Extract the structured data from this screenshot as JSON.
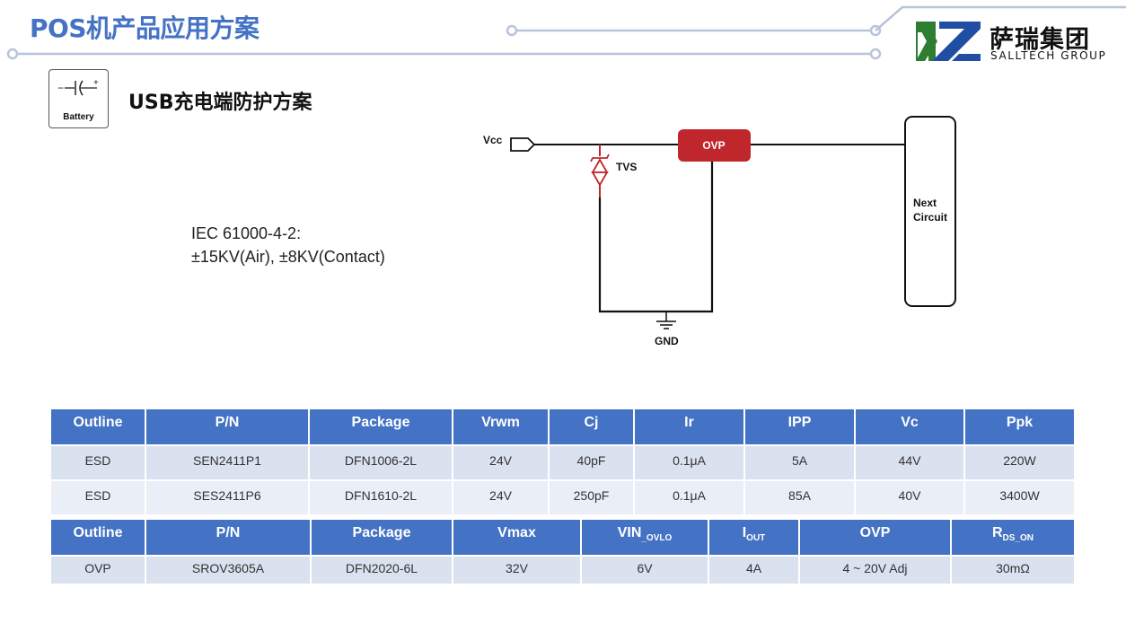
{
  "header": {
    "title": "POS机产品应用方案",
    "logo_cn": "萨瑞集团",
    "logo_en": "SALLTECH GROUP"
  },
  "section": {
    "title": "USB充电端防护方案",
    "battery_label": "Battery"
  },
  "iec": {
    "line1": "IEC 61000-4-2:",
    "line2": "±15KV(Air), ±8KV(Contact)"
  },
  "schematic": {
    "vcc": "Vcc",
    "tvs": "TVS",
    "ovp": "OVP",
    "gnd": "GND",
    "next_line1": "Next",
    "next_line2": "Circuit"
  },
  "esd_table": {
    "headers": [
      "Outline",
      "P/N",
      "Package",
      "Vrwm",
      "Cj",
      "Ir",
      "IPP",
      "Vc",
      "Ppk"
    ],
    "rows": [
      [
        "ESD",
        "SEN2411P1",
        "DFN1006-2L",
        "24V",
        "40pF",
        "0.1μA",
        "5A",
        "44V",
        "220W"
      ],
      [
        "ESD",
        "SES2411P6",
        "DFN1610-2L",
        "24V",
        "250pF",
        "0.1μA",
        "85A",
        "40V",
        "3400W"
      ]
    ]
  },
  "ovp_table": {
    "headers": {
      "outline": "Outline",
      "pn": "P/N",
      "package": "Package",
      "vmax": "Vmax",
      "vin_main": "VIN",
      "vin_sub": "_OVLO",
      "iout_main": "I",
      "iout_sub": "OUT",
      "ovp": "OVP",
      "rds_main": "R",
      "rds_sub": "DS_ON"
    },
    "rows": [
      [
        "OVP",
        "SROV3605A",
        "DFN2020-6L",
        "32V",
        "6V",
        "4A",
        "4 ~ 20V Adj",
        "30mΩ"
      ]
    ]
  },
  "colors": {
    "accent": "#4472c4",
    "ovp_red": "#c0272d",
    "logo_green": "#2e7d32",
    "logo_blue": "#1f4ea3",
    "row_light": "#dae1ef",
    "row_lighter": "#eaeef6"
  }
}
